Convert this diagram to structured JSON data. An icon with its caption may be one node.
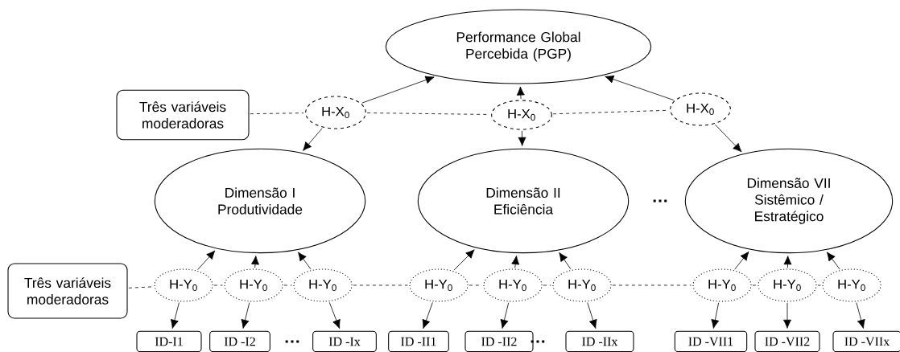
{
  "diagram": {
    "nodes": [
      {
        "text": [
          "Performance Global Percebida (PGP)"
        ]
      },
      {
        "text": [
          "Três variáveis moderadoras"
        ]
      },
      {
        "text": [
          "H-X$_{0}$"
        ]
      },
      {
        "text": [
          "H-X$_{0}$"
        ]
      },
      {
        "text": [
          "H-X$_{0}$"
        ]
      },
      {
        "text": [
          "Dimensão I Produtividade"
        ]
      },
      {
        "text": [
          "Dimensão II Eficiência"
        ]
      },
      {
        "text": [
          "Dimensão VII Sistêmico / Estratégico"
        ]
      },
      {
        "text": [
          "Três variáveis moderadoras"
        ]
      },
      {
        "text": [
          "H-Y$_{0}$"
        ]
      },
      {
        "text": [
          "H-Y$_{0}$"
        ]
      },
      {
        "text": [
          "H-Y$_{0}$"
        ]
      },
      {
        "text": [
          "H-Y$_{0}$"
        ]
      },
      {
        "text": [
          "H-Y$_{0}$"
        ]
      },
      {
        "text": [
          "H-Y$_{0}$"
        ]
      },
      {
        "text": [
          "H-Y$_{0}$"
        ]
      },
      {
        "text": [
          "H-Y$_{0}$"
        ]
      },
      {
        "text": [
          "H-Y$_{0}$"
        ]
      },
      {
        "text": [
          "ID-I1"
        ]
      },
      {
        "text": [
          "ID -I2"
        ]
      },
      {
        "text": [
          "ID -Ix"
        ]
      },
      {
        "text": [
          "ID -II1"
        ]
      },
      {
        "text": [
          "ID -II2"
        ]
      },
      {
        "text": [
          "ID -IIx"
        ]
      },
      {
        "text": [
          "ID -VII1"
        ]
      },
      {
        "text": [
          "ID -VII2"
        ]
      },
      {
        "text": [
          "ID -VIIx"
        ]
      }
    ],
    "edges": [
      {
        "from": 2,
        "to": 0,
        "arrow": "to"
      },
      {
        "from": 2,
        "to": 5,
        "arrow": "to"
      },
      {
        "from": 3,
        "to": 0,
        "arrow": "to"
      },
      {
        "from": 3,
        "to": 6,
        "arrow": "to"
      },
      {
        "from": 4,
        "to": 0,
        "arrow": "to"
      },
      {
        "from": 4,
        "to": 7,
        "arrow": "to"
      },
      {
        "from": 1,
        "to": 2,
        "arrow": "none",
        "style": "dashed"
      },
      {
        "from": 2,
        "to": 3,
        "arrow": "none",
        "style": "dashed"
      },
      {
        "from": 3,
        "to": 4,
        "arrow": "none",
        "style": "dashed"
      },
      {
        "from": 8,
        "to": 9,
        "arrow": "none",
        "style": "dashed"
      },
      {
        "from": 9,
        "to": 10,
        "arrow": "none",
        "style": "dashed"
      },
      {
        "from": 10,
        "to": 11,
        "arrow": "none",
        "style": "dashed"
      },
      {
        "from": 11,
        "to": 12,
        "arrow": "none",
        "style": "dashed"
      },
      {
        "from": 12,
        "to": 13,
        "arrow": "none",
        "style": "dashed"
      },
      {
        "from": 13,
        "to": 14,
        "arrow": "none",
        "style": "dashed"
      },
      {
        "from": 14,
        "to": 15,
        "arrow": "none",
        "style": "dashed"
      },
      {
        "from": 15,
        "to": 16,
        "arrow": "none",
        "style": "dashed"
      },
      {
        "from": 16,
        "to": 17,
        "arrow": "none",
        "style": "dashed"
      },
      {
        "from": 9,
        "to": 5,
        "arrow": "to"
      },
      {
        "from": 10,
        "to": 5,
        "arrow": "to"
      },
      {
        "from": 11,
        "to": 5,
        "arrow": "to"
      },
      {
        "from": 12,
        "to": 6,
        "arrow": "to"
      },
      {
        "from": 13,
        "to": 6,
        "arrow": "to"
      },
      {
        "from": 14,
        "to": 6,
        "arrow": "to"
      },
      {
        "from": 15,
        "to": 7,
        "arrow": "to"
      },
      {
        "from": 16,
        "to": 7,
        "arrow": "to"
      },
      {
        "from": 17,
        "to": 7,
        "arrow": "to"
      },
      {
        "from": 9,
        "to": 18,
        "arrow": "to"
      },
      {
        "from": 10,
        "to": 19,
        "arrow": "to"
      },
      {
        "from": 11,
        "to": 20,
        "arrow": "to"
      },
      {
        "from": 12,
        "to": 21,
        "arrow": "to"
      },
      {
        "from": 13,
        "to": 22,
        "arrow": "to"
      },
      {
        "from": 14,
        "to": 23,
        "arrow": "to"
      },
      {
        "from": 15,
        "to": 24,
        "arrow": "to"
      },
      {
        "from": 16,
        "to": 25,
        "arrow": "to"
      },
      {
        "from": 17,
        "to": 26,
        "arrow": "to"
      }
    ],
    "labels": [
      "…",
      "…",
      "…"
    ]
  }
}
